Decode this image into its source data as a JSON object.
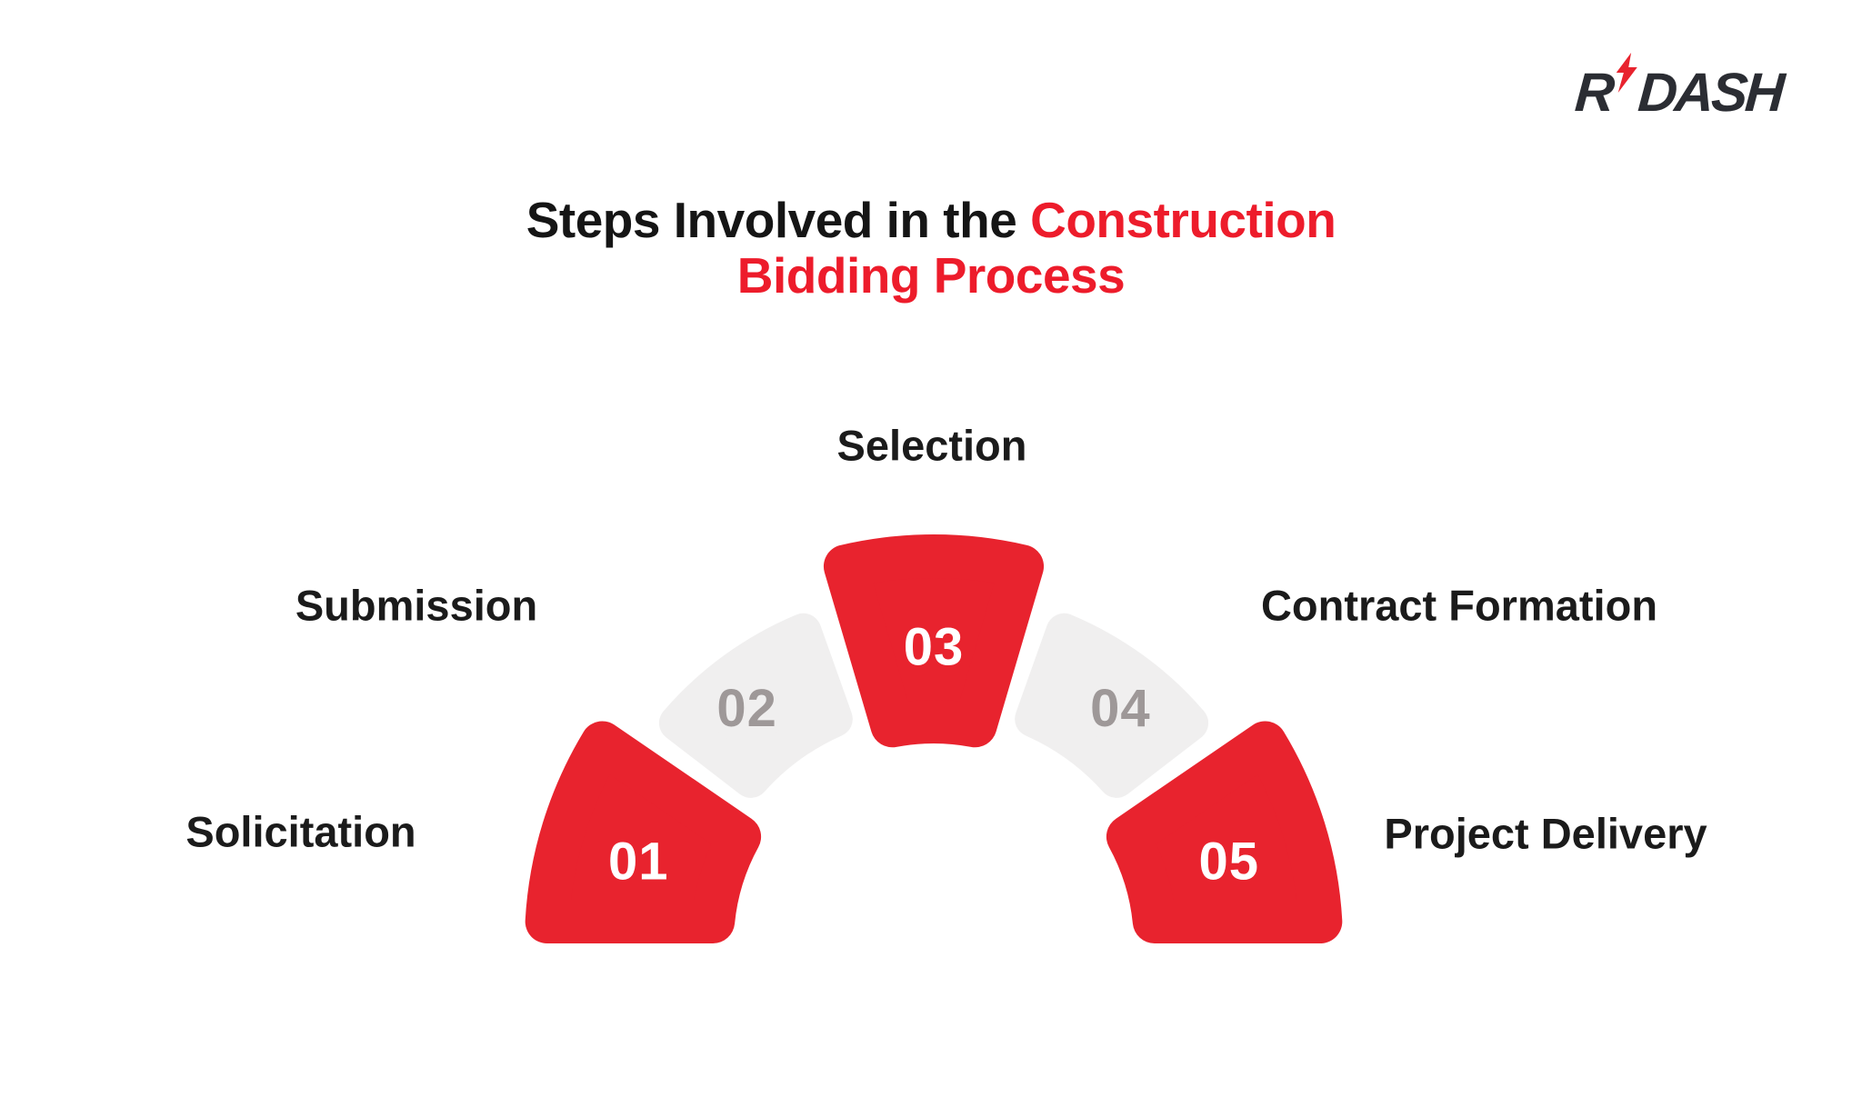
{
  "logo": {
    "text_r": "R",
    "text_dash": "DASH",
    "bolt_icon": "lightning-bolt",
    "text_color": "#2B2D33",
    "bolt_color": "#E8232E"
  },
  "title": {
    "prefix_black": "Steps Involved in the ",
    "accent_line1": "Construction",
    "accent_line2": "Bidding Process",
    "black_color": "#151515",
    "accent_color": "#ED1C2B"
  },
  "diagram": {
    "active_color": "#E8232E",
    "inactive_color": "#F0EFEF",
    "active_number_color": "#FFFFFF",
    "inactive_number_color": "#9E9898",
    "label_color": "#1B1B1B",
    "steps": [
      {
        "number": "01",
        "label": "Solicitation",
        "active": true
      },
      {
        "number": "02",
        "label": "Submission",
        "active": false
      },
      {
        "number": "03",
        "label": "Selection",
        "active": true
      },
      {
        "number": "04",
        "label": "Contract Formation",
        "active": false
      },
      {
        "number": "05",
        "label": "Project Delivery",
        "active": true
      }
    ]
  }
}
